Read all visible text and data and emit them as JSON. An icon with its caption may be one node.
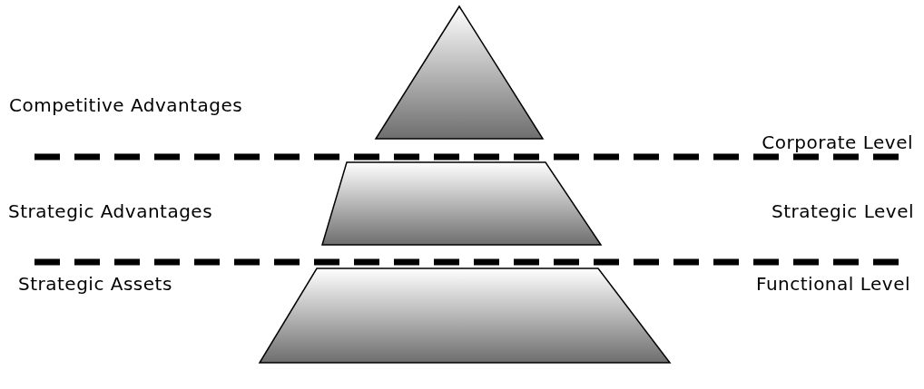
{
  "diagram": {
    "nodes": [
      {
        "text": [],
        "shape": "triangle"
      },
      {
        "text": [],
        "shape": "trapezoid"
      },
      {
        "text": [],
        "shape": "trapezoid"
      }
    ],
    "labels": [
      "Competitive Advantages",
      "Corporate Level",
      "Strategic Advantages",
      "Strategic Level",
      "Strategic Assets",
      "Functional Level"
    ]
  }
}
